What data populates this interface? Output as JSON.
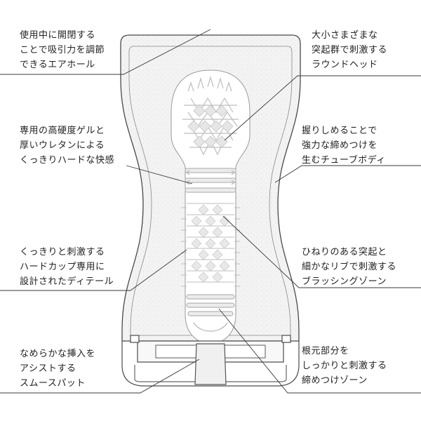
{
  "labels": [
    {
      "id": "air-hole",
      "text": "使用中に開閉する\nことで吸引力を調節\nできるエアホール"
    },
    {
      "id": "hard-gel",
      "text": "専用の高硬度ゲルと\n厚いウレタンによる\nくっきりハードな快感"
    },
    {
      "id": "hard-cup-detail",
      "text": "くっきりと刺激する\nハードカップ専用に\n設計されたディテール"
    },
    {
      "id": "smooth-pad",
      "text": "なめらかな挿入を\nアシストする\nスムースパット"
    },
    {
      "id": "round-head",
      "text": "大小さまざまな\n突起群で刺激する\nラウンドヘッド"
    },
    {
      "id": "tube-body",
      "text": "握りしめることで\n強力な締めつけを\n生むチューブボディ"
    },
    {
      "id": "brushing-zone",
      "text": "ひねりのある突起と\n細かなリブで刺激する\nブラッシングゾーン"
    },
    {
      "id": "base-zone",
      "text": "根元部分を\nしっかりと刺激する\n締めつけゾーン"
    }
  ],
  "colors": {
    "body_fill": "#f3f3f3",
    "outline": "#4a4a4a",
    "channel_fill": "#ffffff",
    "texture": "#d4d4d4"
  }
}
